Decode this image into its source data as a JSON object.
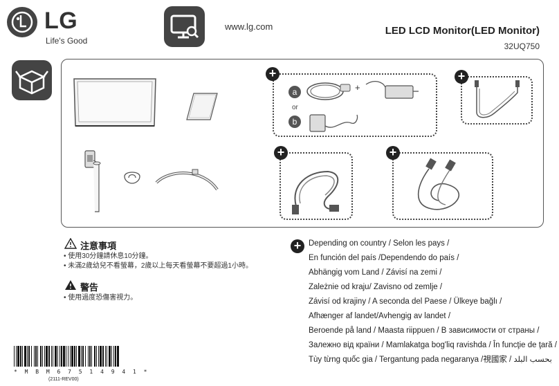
{
  "header": {
    "brand": "LG",
    "slogan": "Life's Good",
    "website": "www.lg.com",
    "title": "LED LCD Monitor(LED Monitor)",
    "model": "32UQ750"
  },
  "accessory_options": {
    "option_a": "a",
    "option_b": "b",
    "plus_sign": "+",
    "or_text": "or"
  },
  "caution": {
    "heading": "注意事項",
    "lines": [
      "使用30分鐘請休息10分鐘。",
      "未滿2歲幼兒不看螢幕，2歲以上每天看螢幕不要超過1小時。"
    ]
  },
  "warning": {
    "heading": "警告",
    "lines": [
      "使用過度恐傷害視力。"
    ]
  },
  "country_note": {
    "lines": [
      "Depending on country /  Selon les pays /",
      "En función del país /Dependendo do país /",
      "Abhängig vom Land / Závisí na zemi /",
      "Zależnie od kraju/ Zavisno od zemlje /",
      "Závisí od krajiny /  A seconda del Paese / Ülkeye bağlı /",
      "Afhænger af landet/Avhengig av landet /",
      "Beroende på land / Maasta riippuen / В зависимости от страны /",
      "Залежно від країни / Mamlakatga bog'liq ravishda / În funcţie de ţară /",
      "Tùy từng quốc gia  / Tergantung pada negaranya /視國家 / بحسب البلد"
    ]
  },
  "footer": {
    "barcode_text": "* M B M 6 7 5 1 4 9 4 1 *",
    "revision": "(2111-REV00)"
  }
}
